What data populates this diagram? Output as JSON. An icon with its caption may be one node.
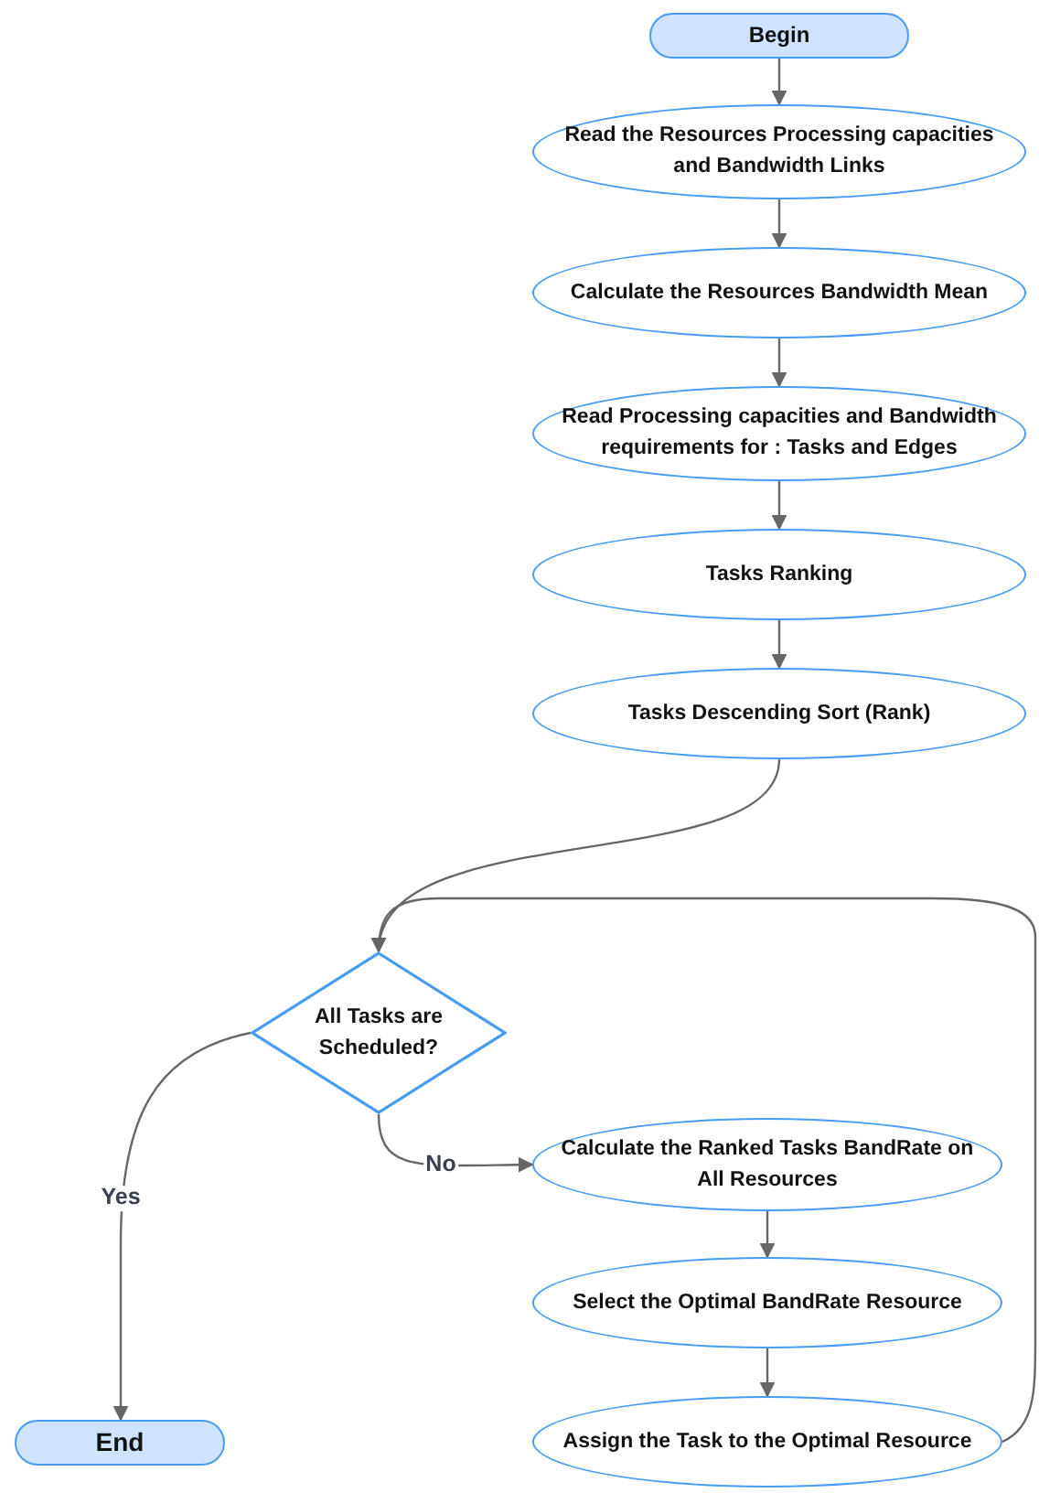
{
  "diagram": {
    "nodes": [
      {
        "text": [
          "Begin"
        ]
      },
      {
        "text": [
          "Read the Resources Processing capacities and Bandwidth Links"
        ]
      },
      {
        "text": [
          "Calculate the Resources Bandwidth Mean"
        ]
      },
      {
        "text": [
          "Read Processing capacities and Bandwidth requirements for : Tasks and Edges"
        ]
      },
      {
        "text": [
          "Tasks Ranking"
        ]
      },
      {
        "text": [
          "Tasks Descending Sort (Rank)"
        ]
      },
      {
        "text": [
          "All Tasks are Scheduled?"
        ]
      },
      {
        "text": [
          "Calculate the Ranked Tasks BandRate on All Resources"
        ]
      },
      {
        "text": [
          "Select the Optimal BandRate Resource"
        ]
      },
      {
        "text": [
          "Assign the Task to the Optimal Resource"
        ]
      },
      {
        "text": [
          "End"
        ]
      }
    ],
    "edges": [
      {
        "from": 0,
        "to": 1,
        "arrow": "to"
      },
      {
        "from": 1,
        "to": 2,
        "arrow": "to"
      },
      {
        "from": 2,
        "to": 3,
        "arrow": "to"
      },
      {
        "from": 3,
        "to": 4,
        "arrow": "to"
      },
      {
        "from": 4,
        "to": 5,
        "arrow": "to"
      },
      {
        "from": 5,
        "to": 6,
        "arrow": "to"
      },
      {
        "from": 6,
        "to": 7,
        "arrow": "to",
        "label": "No"
      },
      {
        "from": 7,
        "to": 8,
        "arrow": "to"
      },
      {
        "from": 8,
        "to": 9,
        "arrow": "to"
      },
      {
        "from": 9,
        "to": 6,
        "arrow": "to"
      },
      {
        "from": 6,
        "to": 10,
        "arrow": "to",
        "label": "Yes"
      }
    ]
  }
}
